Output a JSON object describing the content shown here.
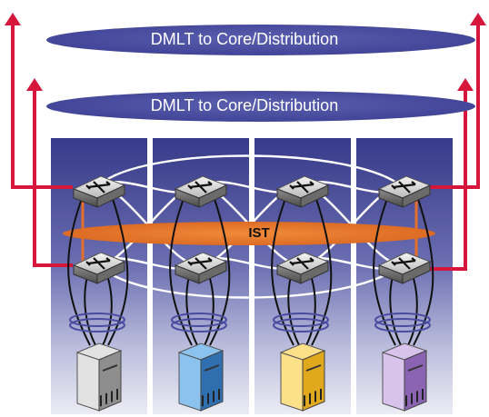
{
  "diagram": {
    "uplinks": [
      {
        "label": "DMLT to Core/Distribution"
      },
      {
        "label": "DMLT to Core/Distribution"
      }
    ],
    "ist": {
      "label": "IST"
    },
    "racks": [
      {
        "server_color": "gray"
      },
      {
        "server_color": "blue"
      },
      {
        "server_color": "yellow"
      },
      {
        "server_color": "purple"
      }
    ],
    "colors": {
      "dmlt_ellipse": "#4a4d9f",
      "ist_band": "#e56f2a",
      "uplink": "#d6163a",
      "rack_top": "#393d8a",
      "rack_bottom": "#e9e9f3"
    }
  }
}
